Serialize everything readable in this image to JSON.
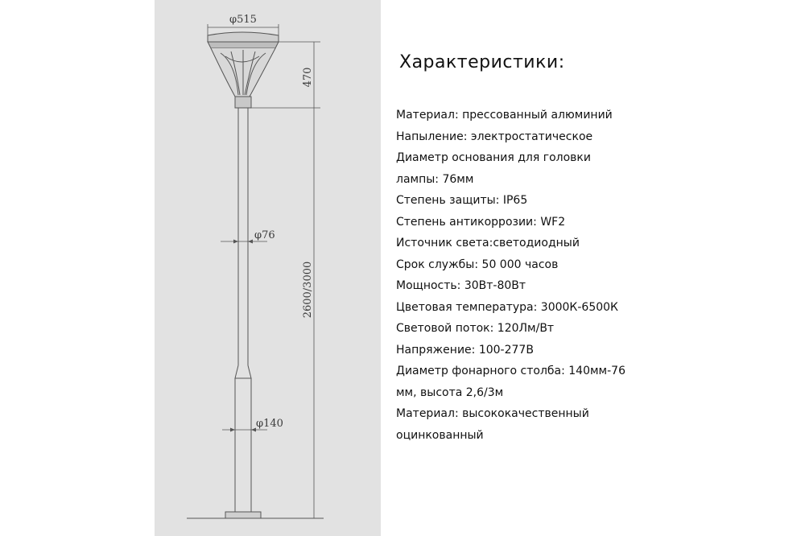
{
  "drawing": {
    "dimensions": {
      "head_diameter": "φ515",
      "head_height": "470",
      "pole_diameter_top": "φ76",
      "total_height": "2600/3000",
      "pole_diameter_bottom": "φ140"
    }
  },
  "specs": {
    "title": "Характеристики:",
    "lines": [
      "Материал: прессованный алюминий",
      "Напыление: электростатическое",
      "Диаметр основания для головки",
      "лампы: 76мм",
      "Степень защиты: IP65",
      "Степень антикоррозии: WF2",
      "Источник света:светодиодный",
      "Срок службы: 50 000 часов",
      "Мощность: 30Вт-80Вт",
      "Цветовая температура: 3000К-6500К",
      "Световой поток: 120Лм/Вт",
      "Напряжение: 100-277В",
      "Диаметр фонарного столба: 140мм-76",
      "мм, высота 2,6/3м",
      "Материал: высококачественный",
      "оцинкованный"
    ]
  }
}
